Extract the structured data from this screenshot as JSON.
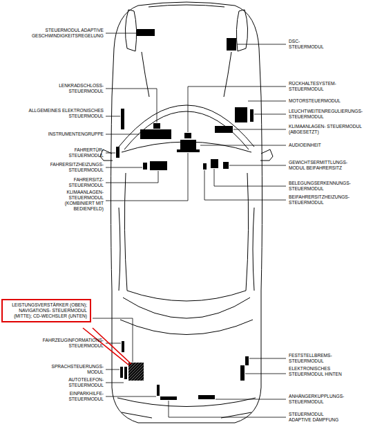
{
  "diagram": {
    "nodes": [
      {
        "text": [
          "LEISTUNGSVERSTÄRKER (OBEN); NAVIGATIONS- STEUERMODUL (MITTE); CD-WECHSLER (UNTEN)"
        ]
      }
    ],
    "labels": [
      "STEUERMODUL ADAPTIVE GESCHWINDIGKEITSREGELUNG",
      "DSC- STEUERMODUL",
      "LENKRADSCHLOSS- STEUERMODUL",
      "ALLGEMEINES ELEKTRONISCHES STEUERMODUL",
      "INSTRUMENTENGRUPPE",
      "FAHRERTÜR- STEUERMODUL",
      "FAHRERSITZHEIZUNGS- STEUERMODUL",
      "FAHRERSITZ- STEUERMODUL",
      "KLIMAANLAGEN- STEUERMODUL (KOMBINIERT MIT BEDIENFELD)",
      "RÜCKHALTESYSTEM- STEUERMODUL",
      "MOTORSTEUERMODUL",
      "LEUCHTWEITENREGULIERUNGS- STEUERMODUL",
      "KLIMAANLAGEN- STEUERMODUL (ABGESETZT)",
      "AUDIOEINHEIT",
      "GEWICHTSERMITTLUNGS- MODUL BEIFAHRERSITZ",
      "BELEGUNGSERKENNUNGS- STEUERMODUL",
      "BEIFAHRERSITZHEIZUNGS- STEUERMODUL",
      "FAHRZEUGINFORMATIONS- STEUERMODUL",
      "SPRACHSTEUERUNGS- MODUL",
      "AUTOTELEFON- STEUERMODUL",
      "EINPARKHILFE- STEUERMODUL",
      "FESTSTELLBREMS- STEUERMODUL",
      "ELEKTRONISCHES STEUERMODUL HINTEN",
      "ANHÄNGERKUPPLUNGS- STEUERMODUL",
      "STEUERMODUL ADAPTIVE DÄMPFUNG"
    ]
  }
}
